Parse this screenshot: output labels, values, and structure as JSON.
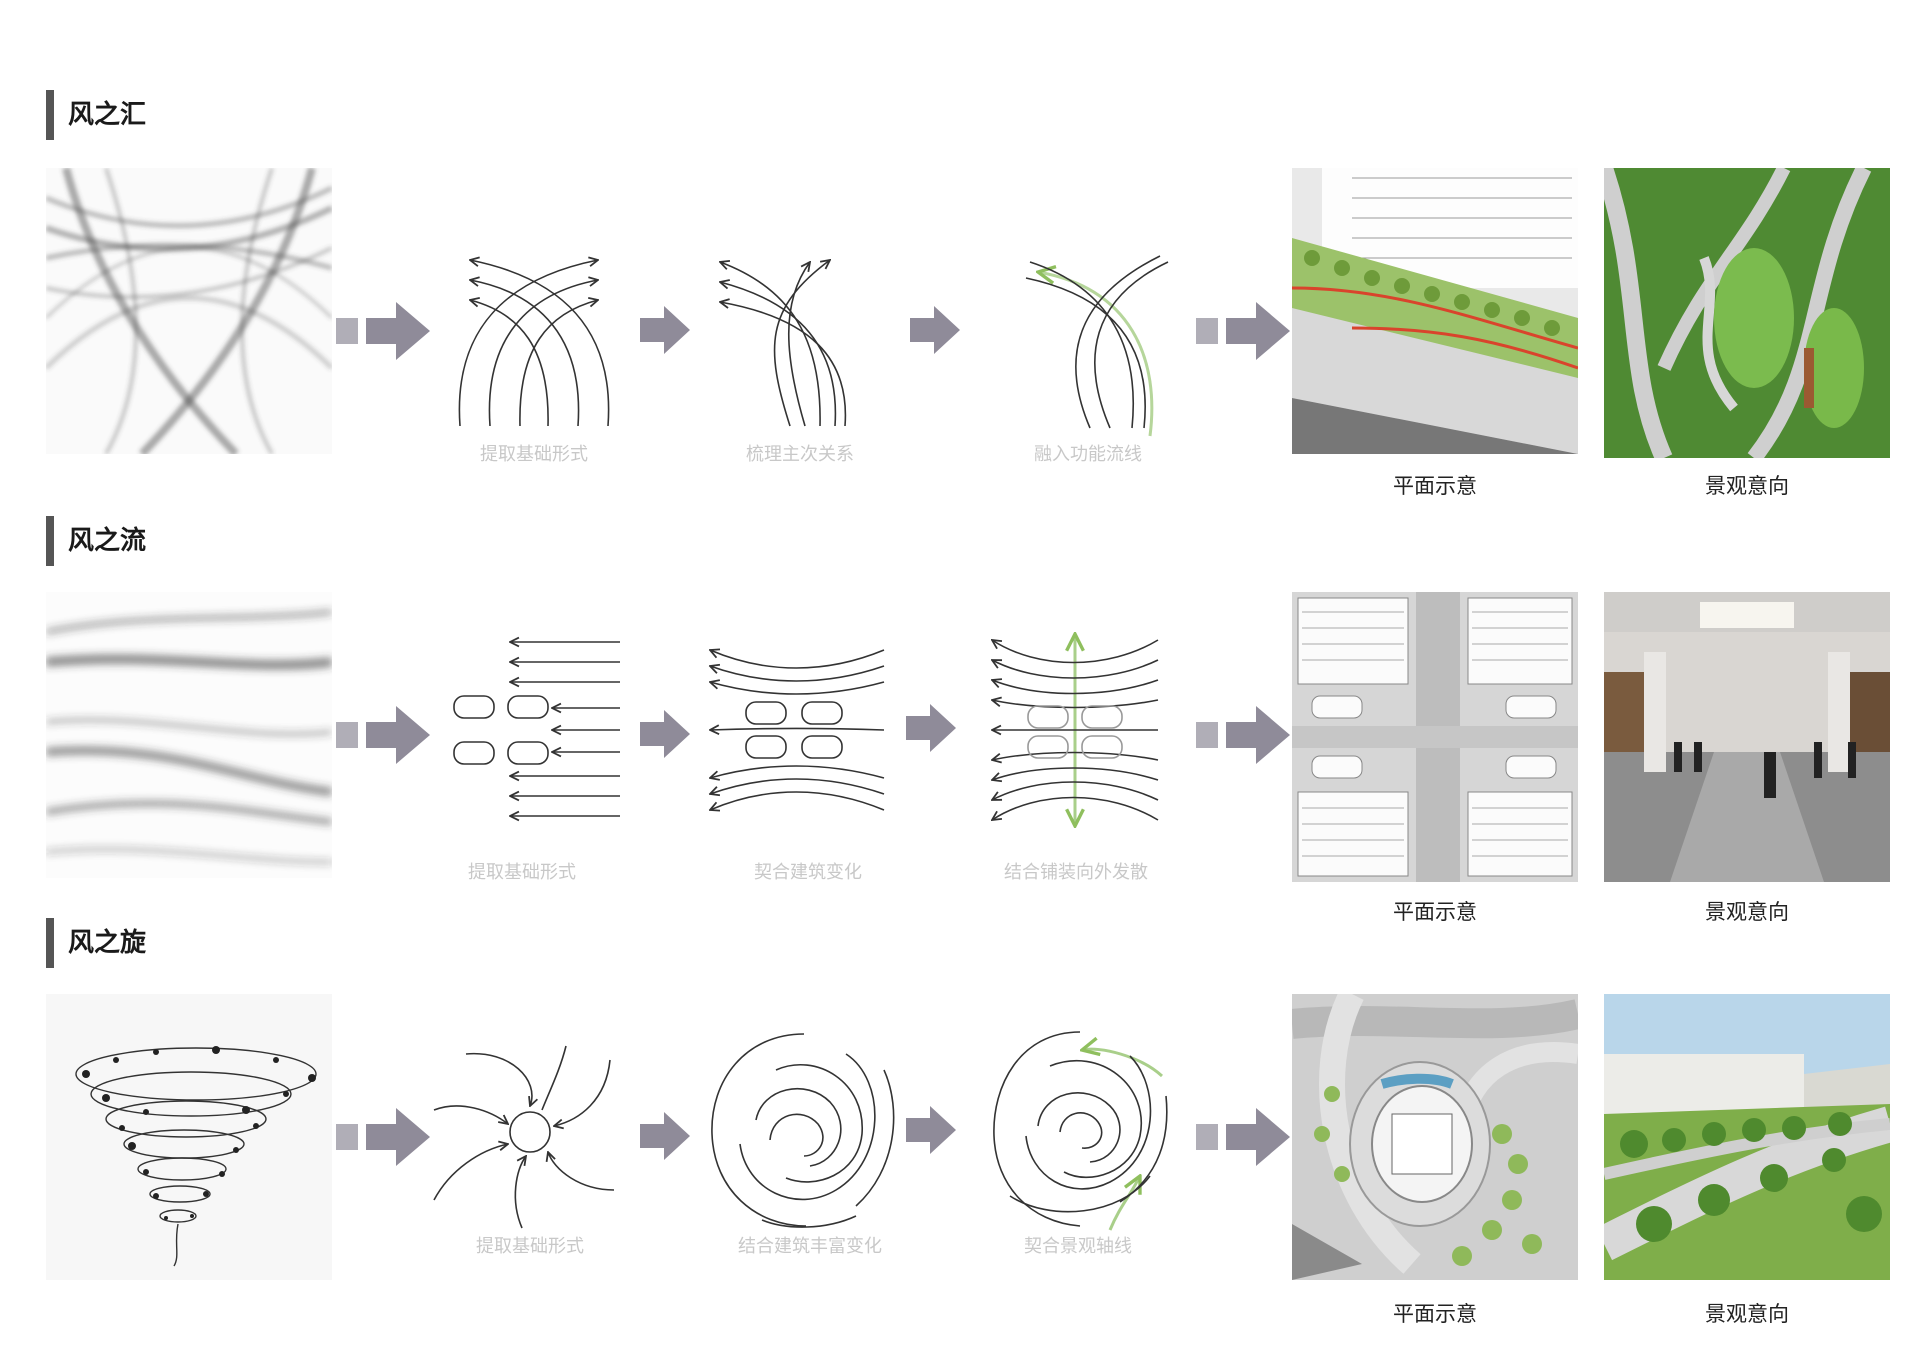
{
  "sections": [
    {
      "title": "风之汇",
      "steps": [
        "提取基础形式",
        "梳理主次关系",
        "融入功能流线"
      ],
      "captions": [
        "平面示意",
        "景观意向"
      ]
    },
    {
      "title": "风之流",
      "steps": [
        "提取基础形式",
        "契合建筑变化",
        "结合铺装向外发散"
      ],
      "captions": [
        "平面示意",
        "景观意向"
      ]
    },
    {
      "title": "风之旋",
      "steps": [
        "提取基础形式",
        "结合建筑丰富变化",
        "契合景观轴线"
      ],
      "captions": [
        "平面示意",
        "景观意向"
      ]
    }
  ],
  "colors": {
    "arrow": "#8f8b99",
    "accent_green": "#a9cf8a",
    "line": "#333333",
    "step_label": "#c8c8c8"
  }
}
